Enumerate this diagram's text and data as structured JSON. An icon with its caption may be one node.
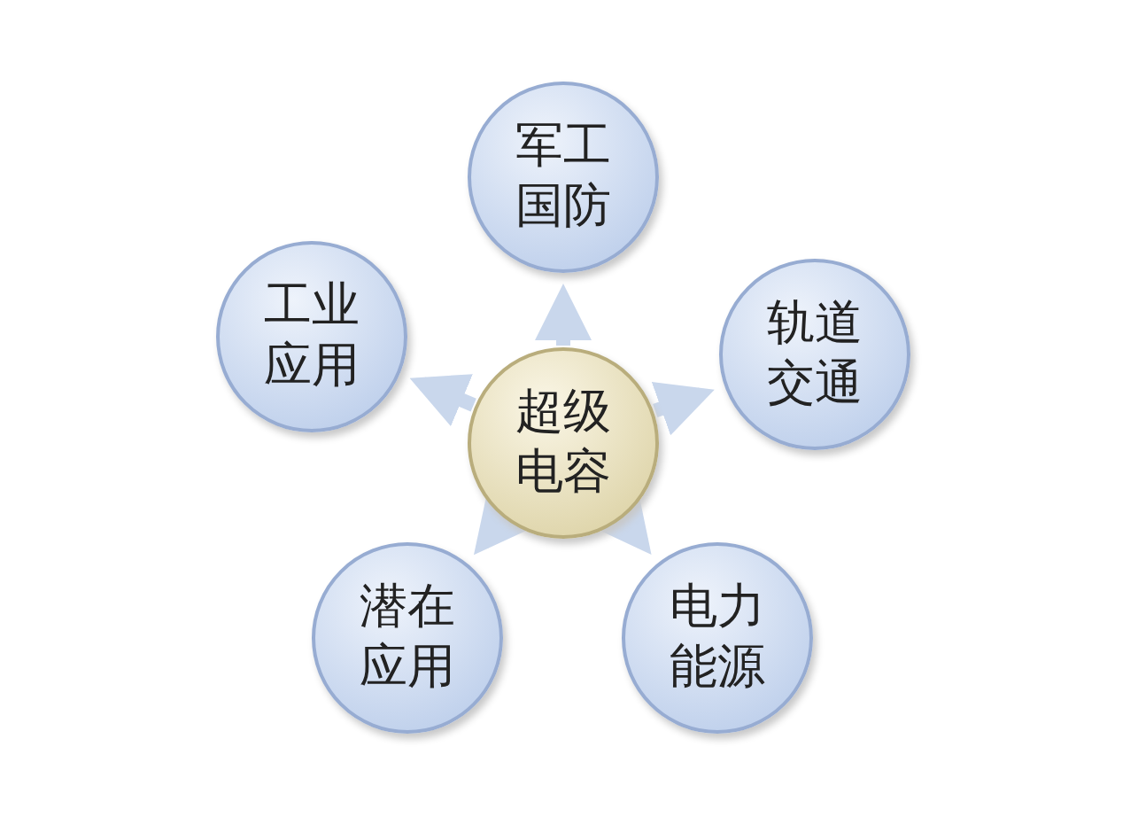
{
  "diagram": {
    "nodes": [
      {
        "text": [
          "超级电容"
        ]
      },
      {
        "text": [
          "军工国防"
        ]
      },
      {
        "text": [
          "轨道交通"
        ]
      },
      {
        "text": [
          "电力能源"
        ]
      },
      {
        "text": [
          "潜在应用"
        ]
      },
      {
        "text": [
          "工业应用"
        ]
      }
    ],
    "edges": [
      {
        "from": 0,
        "to": 1,
        "arrow": "to"
      },
      {
        "from": 0,
        "to": 2,
        "arrow": "to"
      },
      {
        "from": 0,
        "to": 3,
        "arrow": "to"
      },
      {
        "from": 0,
        "to": 4,
        "arrow": "to"
      },
      {
        "from": 0,
        "to": 5,
        "arrow": "to"
      }
    ]
  }
}
